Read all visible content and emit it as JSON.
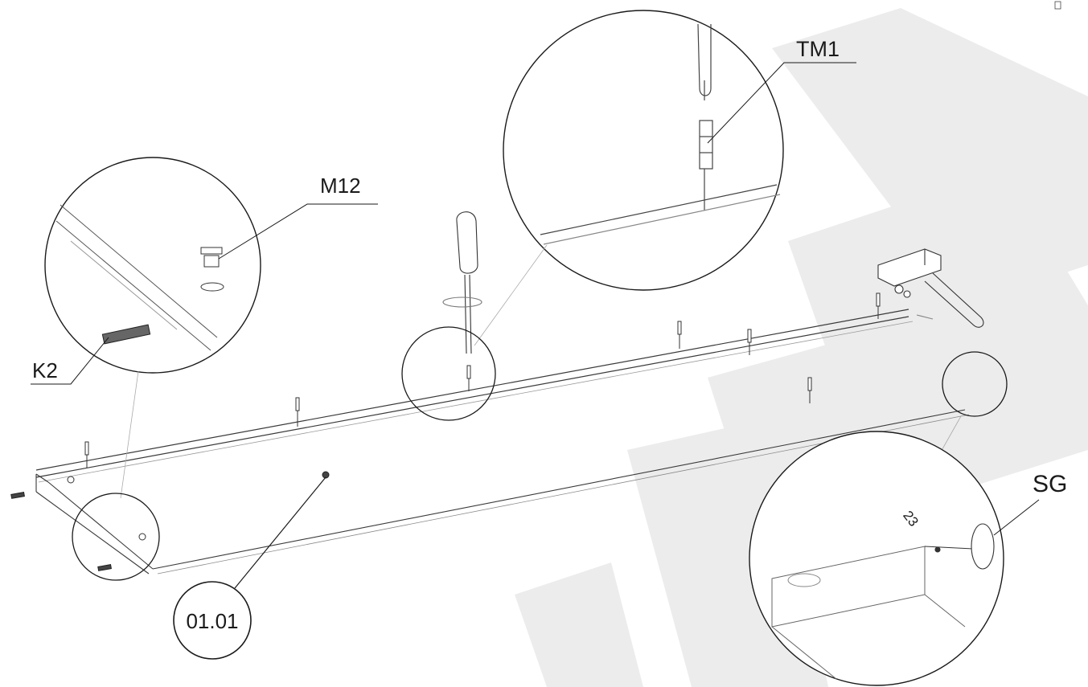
{
  "diagram": {
    "labels": {
      "tm1": "TM1",
      "m12": "M12",
      "k2": "K2",
      "sg": "SG",
      "part_number": "01.01",
      "dimension": "23"
    },
    "colors": {
      "line": "#2a2a2a",
      "thin_line": "#8a8a8a",
      "watermark": "#e6e6e6"
    }
  }
}
